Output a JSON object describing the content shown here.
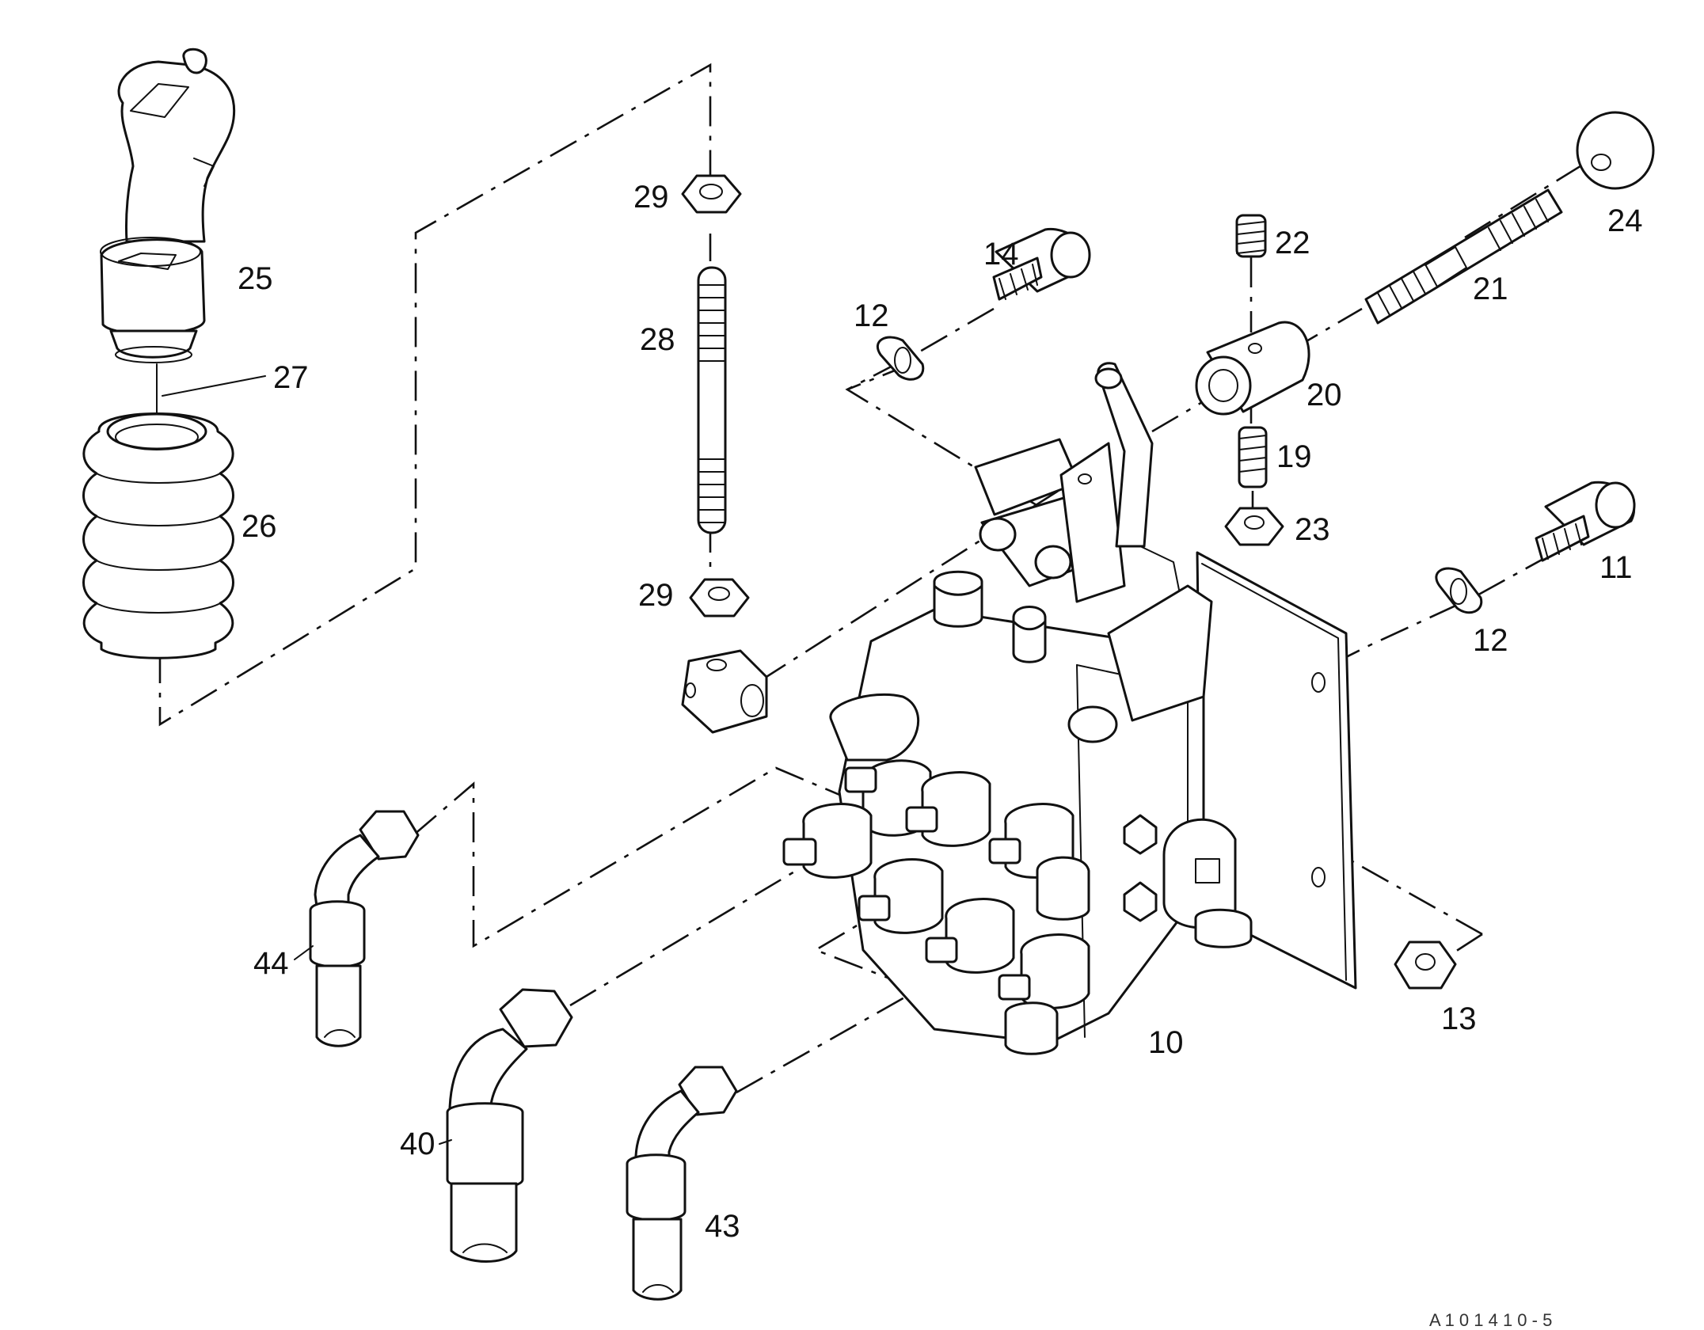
{
  "diagram": {
    "callouts": {
      "p10": "10",
      "p11": "11",
      "p12a": "12",
      "p12b": "12",
      "p13": "13",
      "p14": "14",
      "p19": "19",
      "p20": "20",
      "p21": "21",
      "p22": "22",
      "p23": "23",
      "p24": "24",
      "p25": "25",
      "p26": "26",
      "p27": "27",
      "p28": "28",
      "p29a": "29",
      "p29b": "29",
      "p40": "40",
      "p43": "43",
      "p44": "44"
    },
    "footer_code": "A 1 0 1 4 1 0 - 5"
  }
}
